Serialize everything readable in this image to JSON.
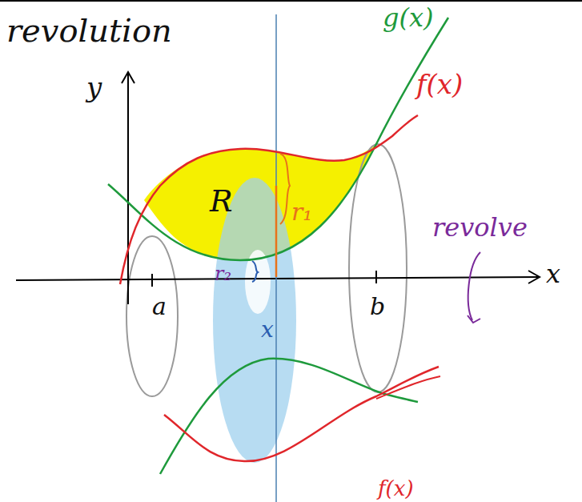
{
  "diagram": {
    "labels": [
      "revolution",
      "y",
      "g(x)",
      "f(x)",
      "R",
      "r₁",
      "r₂",
      "revolve",
      "x",
      "a",
      "x",
      "b",
      "f(x)"
    ]
  }
}
